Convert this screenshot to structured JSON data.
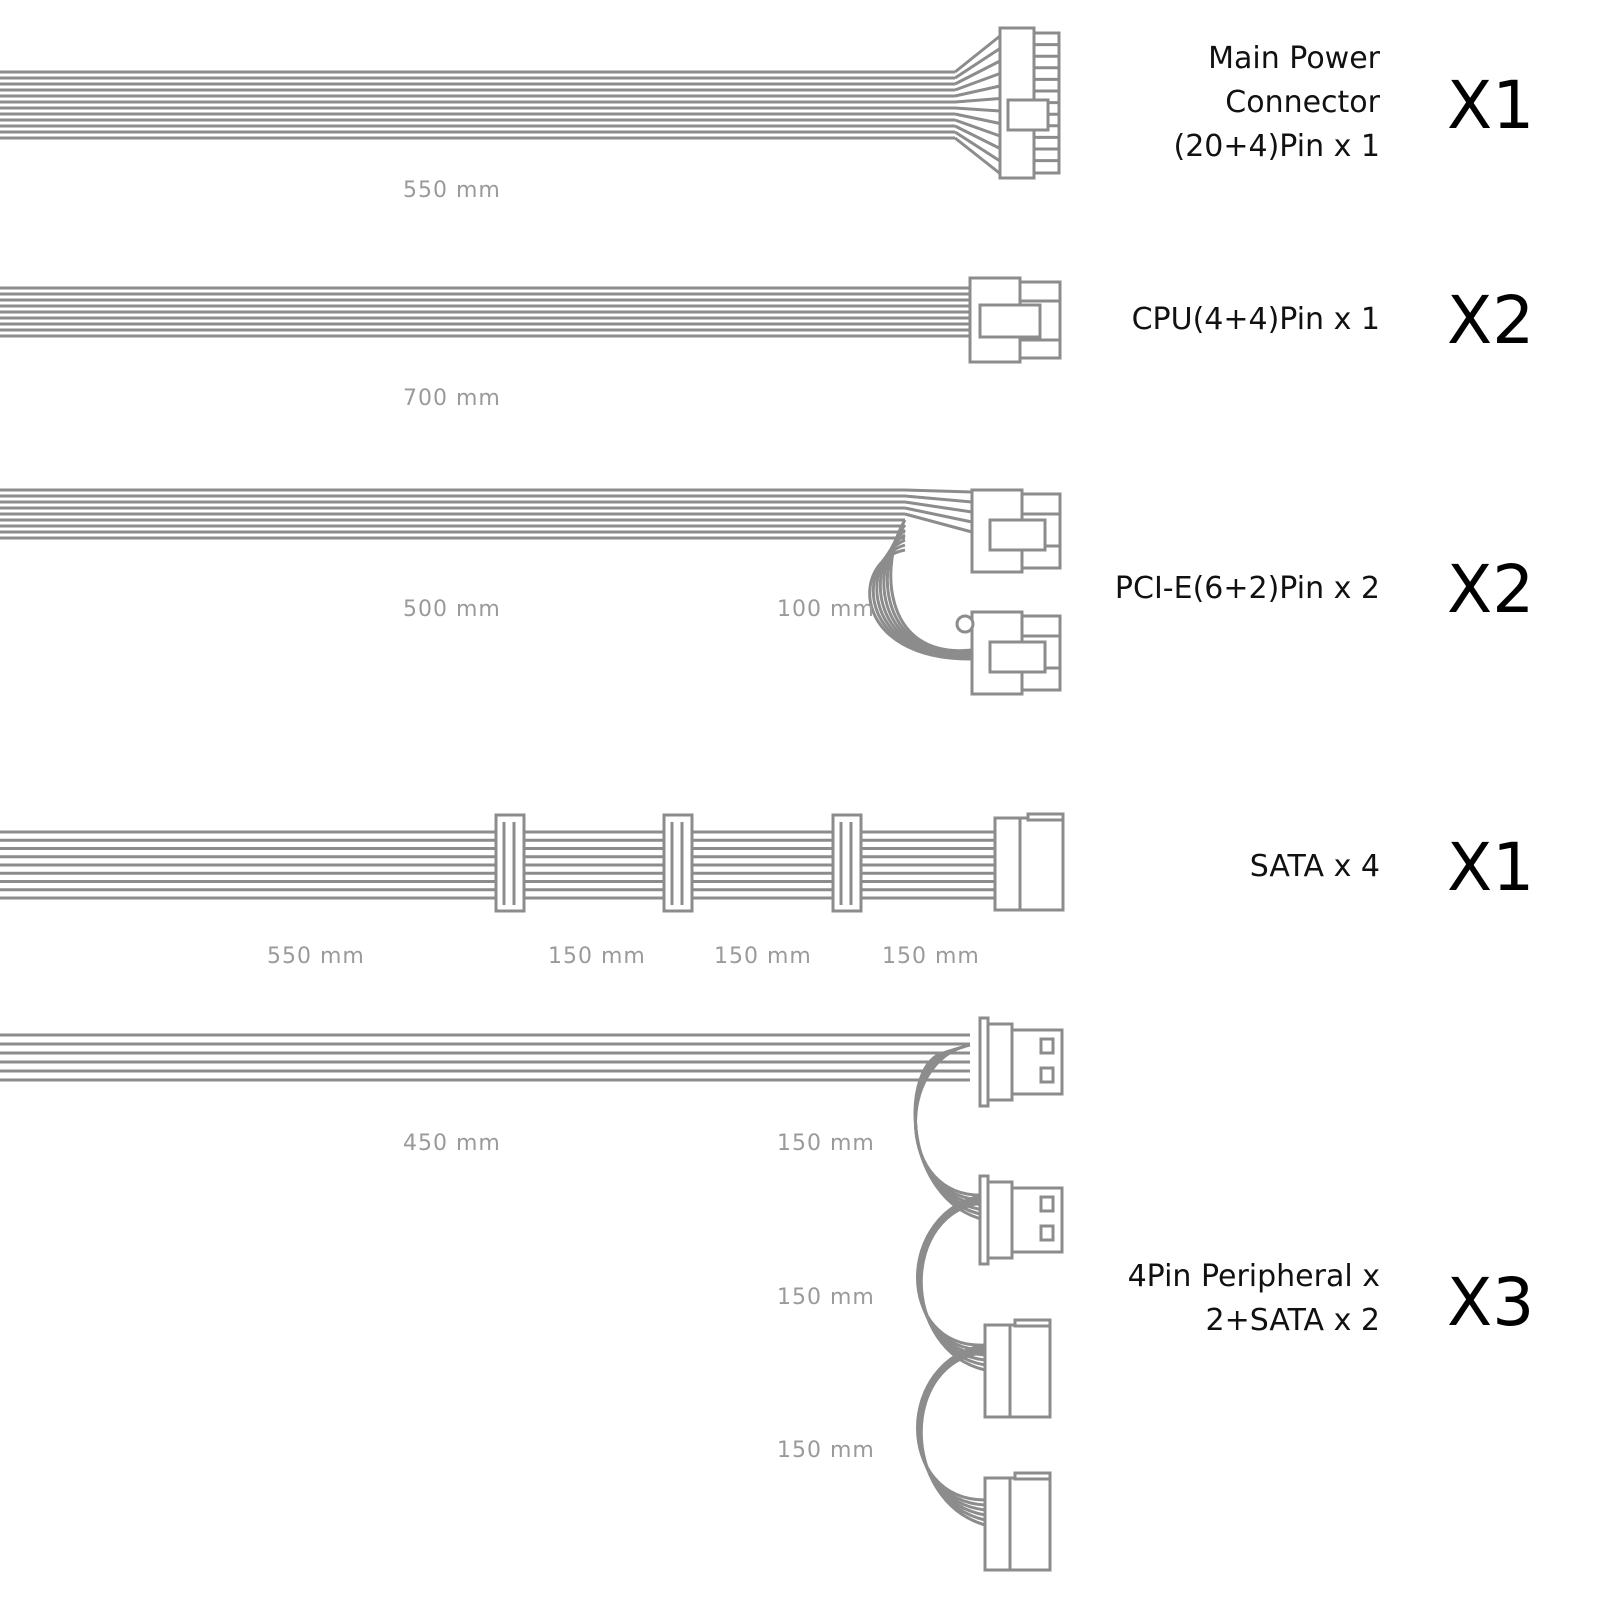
{
  "colors": {
    "cable": "#8c8c8c",
    "length_label": "#9a9a9a",
    "text": "#111111"
  },
  "cables": [
    {
      "name": "Main Power\nConnector\n(20+4)Pin x 1",
      "quantity": "X1",
      "lengths": [
        "550 mm"
      ]
    },
    {
      "name": "CPU(4+4)Pin x 1",
      "quantity": "X2",
      "lengths": [
        "700 mm"
      ]
    },
    {
      "name": "PCI-E(6+2)Pin x 2",
      "quantity": "X2",
      "lengths": [
        "500 mm",
        "100 mm"
      ]
    },
    {
      "name": "SATA x 4",
      "quantity": "X1",
      "lengths": [
        "550 mm",
        "150 mm",
        "150 mm",
        "150 mm"
      ]
    },
    {
      "name": "4Pin Peripheral x\n2+SATA x 2",
      "quantity": "X3",
      "lengths": [
        "450 mm",
        "150 mm",
        "150 mm",
        "150 mm"
      ]
    }
  ]
}
